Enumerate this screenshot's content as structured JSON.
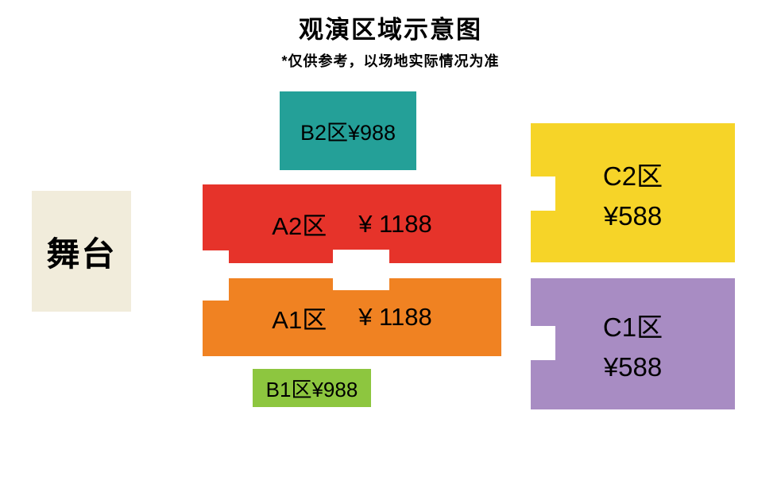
{
  "header": {
    "title": "观演区域示意图",
    "subtitle": "*仅供参考，以场地实际情况为准"
  },
  "stage": {
    "label": "舞台",
    "color": "#f1ecdb"
  },
  "zones": {
    "b2": {
      "label": "B2区¥988",
      "color": "#24a098"
    },
    "a2": {
      "name": "A2区",
      "price": "¥ 1188",
      "color": "#e6332a"
    },
    "a1": {
      "name": "A1区",
      "price": "¥ 1188",
      "color": "#f08222"
    },
    "b1": {
      "label": "B1区¥988",
      "color": "#8dc63f"
    },
    "c2": {
      "name": "C2区",
      "price": "¥588",
      "color": "#f6d428"
    },
    "c1": {
      "name": "C1区",
      "price": "¥588",
      "color": "#a88cc3"
    }
  }
}
